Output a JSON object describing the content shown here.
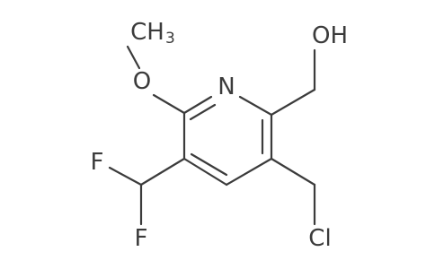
{
  "molecule": {
    "atoms": {
      "N": {
        "label": "N",
        "color": "#3b3b3b"
      },
      "O_methoxy": {
        "label": "O",
        "color": "#3b3b3b"
      },
      "CH3": {
        "label": "CH",
        "subscript": "3",
        "color": "#3b3b3b"
      },
      "OH": {
        "label": "OH",
        "color": "#3b3b3b"
      },
      "Cl": {
        "label": "Cl",
        "color": "#3b3b3b"
      },
      "F1": {
        "label": "F",
        "color": "#3b3b3b"
      },
      "F2": {
        "label": "F",
        "color": "#3b3b3b"
      }
    }
  }
}
